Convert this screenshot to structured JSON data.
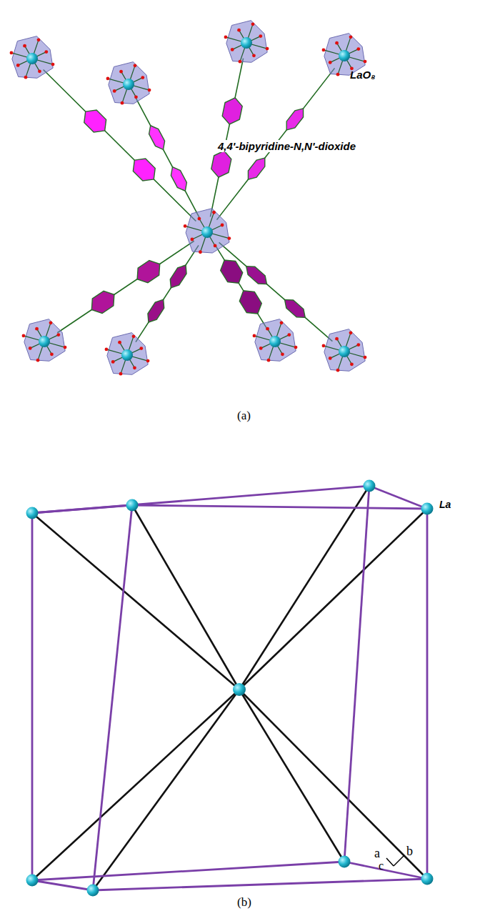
{
  "diagram": {
    "labels": [
      "LaO₈",
      "4,4'-bipyridine-N,N'-dioxide",
      "(a)",
      "(b)",
      "La",
      "a",
      "c",
      "b"
    ]
  }
}
